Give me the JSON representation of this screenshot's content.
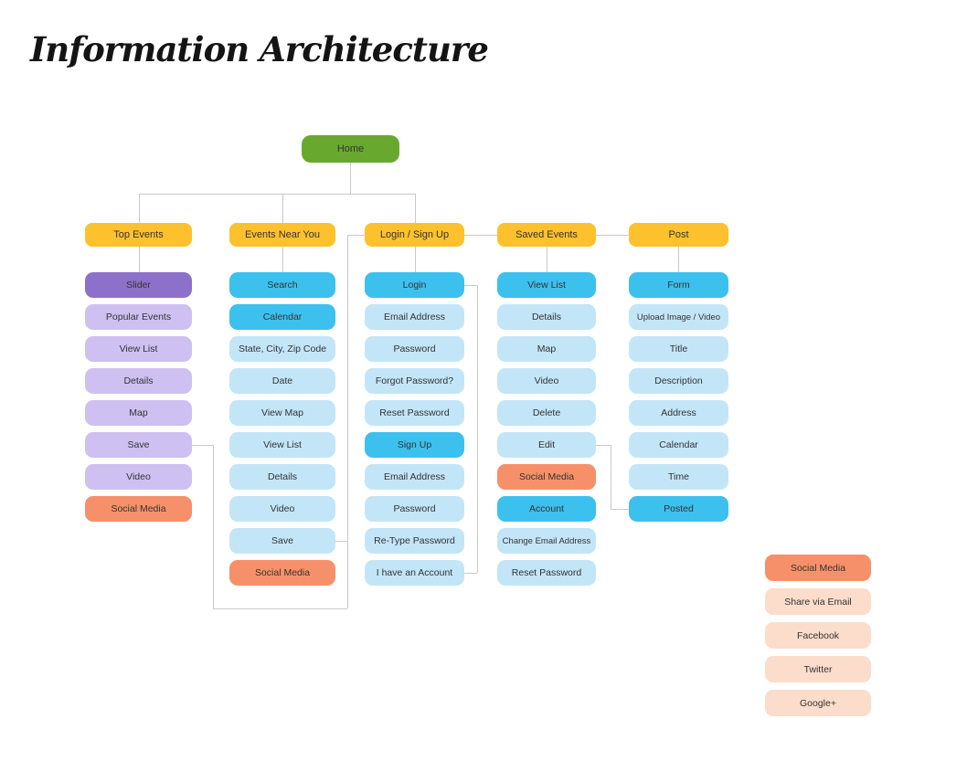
{
  "title": "Information Architecture",
  "colors": {
    "home_green": "#68a82f",
    "header_yellow": "#fcc12d",
    "bright_blue": "#3cc0ee",
    "light_blue": "#c3e5f8",
    "purple": "#cec0f1",
    "purple_dark": "#8d70c9",
    "orange": "#f6906a",
    "peach": "#fcdccb",
    "connector_gray": "#c9c9c9"
  },
  "diagram": {
    "root": {
      "label": "Home",
      "variant": "green"
    },
    "columns": [
      {
        "header": "Top Events",
        "items": [
          {
            "label": "Slider",
            "variant": "purple-dark"
          },
          {
            "label": "Popular Events",
            "variant": "purple"
          },
          {
            "label": "View List",
            "variant": "purple"
          },
          {
            "label": "Details",
            "variant": "purple"
          },
          {
            "label": "Map",
            "variant": "purple"
          },
          {
            "label": "Save",
            "variant": "purple"
          },
          {
            "label": "Video",
            "variant": "purple"
          },
          {
            "label": "Social Media",
            "variant": "orange"
          }
        ]
      },
      {
        "header": "Events Near You",
        "items": [
          {
            "label": "Search",
            "variant": "blue"
          },
          {
            "label": "Calendar",
            "variant": "blue"
          },
          {
            "label": "State, City, Zip Code",
            "variant": "lightblue"
          },
          {
            "label": "Date",
            "variant": "lightblue"
          },
          {
            "label": "View Map",
            "variant": "lightblue"
          },
          {
            "label": "View List",
            "variant": "lightblue"
          },
          {
            "label": "Details",
            "variant": "lightblue"
          },
          {
            "label": "Video",
            "variant": "lightblue"
          },
          {
            "label": "Save",
            "variant": "lightblue"
          },
          {
            "label": "Social Media",
            "variant": "orange"
          }
        ]
      },
      {
        "header": "Login / Sign Up",
        "items": [
          {
            "label": "Login",
            "variant": "blue"
          },
          {
            "label": "Email Address",
            "variant": "lightblue"
          },
          {
            "label": "Password",
            "variant": "lightblue"
          },
          {
            "label": "Forgot Password?",
            "variant": "lightblue"
          },
          {
            "label": "Reset Password",
            "variant": "lightblue"
          },
          {
            "label": "Sign Up",
            "variant": "blue"
          },
          {
            "label": "Email Address",
            "variant": "lightblue"
          },
          {
            "label": "Password",
            "variant": "lightblue"
          },
          {
            "label": "Re-Type Password",
            "variant": "lightblue"
          },
          {
            "label": "I have an Account",
            "variant": "lightblue"
          }
        ]
      },
      {
        "header": "Saved Events",
        "items": [
          {
            "label": "View List",
            "variant": "blue"
          },
          {
            "label": "Details",
            "variant": "lightblue"
          },
          {
            "label": "Map",
            "variant": "lightblue"
          },
          {
            "label": "Video",
            "variant": "lightblue"
          },
          {
            "label": "Delete",
            "variant": "lightblue"
          },
          {
            "label": "Edit",
            "variant": "lightblue"
          },
          {
            "label": "Social Media",
            "variant": "orange"
          },
          {
            "label": "Account",
            "variant": "blue"
          },
          {
            "label": "Change Email Address",
            "variant": "lightblue"
          },
          {
            "label": "Reset Password",
            "variant": "lightblue"
          }
        ]
      },
      {
        "header": "Post",
        "items": [
          {
            "label": "Form",
            "variant": "blue"
          },
          {
            "label": "Upload Image / Video",
            "variant": "lightblue"
          },
          {
            "label": "Title",
            "variant": "lightblue"
          },
          {
            "label": "Description",
            "variant": "lightblue"
          },
          {
            "label": "Address",
            "variant": "lightblue"
          },
          {
            "label": "Calendar",
            "variant": "lightblue"
          },
          {
            "label": "Time",
            "variant": "lightblue"
          },
          {
            "label": "Posted",
            "variant": "blue"
          }
        ]
      }
    ],
    "floating_group": {
      "items": [
        {
          "label": "Social Media",
          "variant": "orange"
        },
        {
          "label": "Share via Email",
          "variant": "peach"
        },
        {
          "label": "Facebook",
          "variant": "peach"
        },
        {
          "label": "Twitter",
          "variant": "peach"
        },
        {
          "label": "Google+",
          "variant": "peach"
        }
      ]
    },
    "connections": [
      {
        "from": "Home",
        "to": "Top Events"
      },
      {
        "from": "Home",
        "to": "Events Near You"
      },
      {
        "from": "Home",
        "to": "Login / Sign Up"
      },
      {
        "from": "Login / Sign Up",
        "to": "Saved Events"
      },
      {
        "from": "Saved Events",
        "to": "Post"
      },
      {
        "from": "Top Events",
        "to": "Slider"
      },
      {
        "from": "Events Near You",
        "to": "Search"
      },
      {
        "from": "Login / Sign Up",
        "to": "Login"
      },
      {
        "from": "Saved Events",
        "to": "View List"
      },
      {
        "from": "Post",
        "to": "Form"
      },
      {
        "from": "Top Events / Save",
        "to": "Login / Sign Up"
      },
      {
        "from": "Events Near You / Save",
        "to": "Login / Sign Up"
      },
      {
        "from": "Login",
        "to": "I have an Account"
      },
      {
        "from": "Saved Events / Edit",
        "to": "Posted"
      }
    ]
  }
}
